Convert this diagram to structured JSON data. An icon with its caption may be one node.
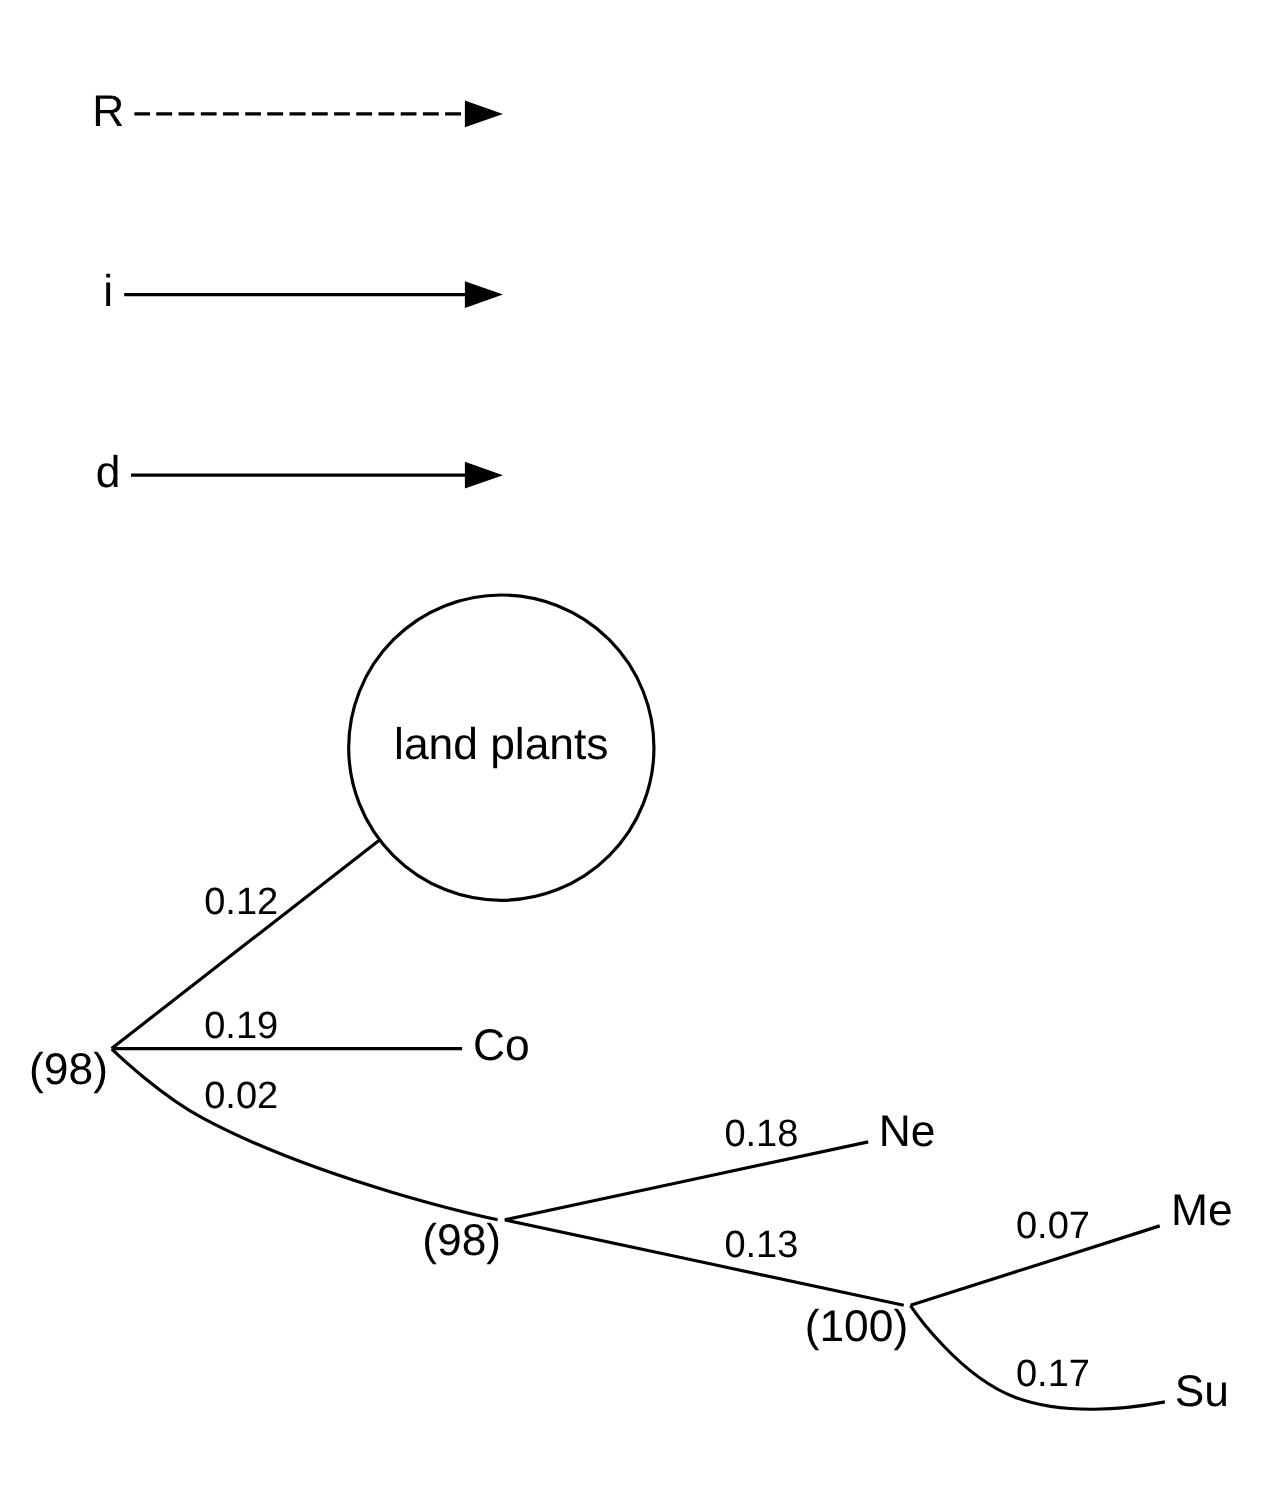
{
  "diagram": {
    "nodes": [
      {
        "text": [
          "land plants"
        ]
      },
      {
        "text": [
          "Ne"
        ]
      },
      {
        "text": [
          "Co"
        ]
      },
      {
        "text": [
          "Me"
        ]
      },
      {
        "text": [
          "Su"
        ]
      },
      {
        "text": [],
        "shape": "point",
        "beside": [
          "(98)"
        ]
      },
      {
        "text": [],
        "shape": "point",
        "beside": [
          "(98)"
        ]
      },
      {
        "text": [],
        "shape": "point",
        "beside": [
          "(100)"
        ]
      },
      {
        "text": [
          "d"
        ]
      },
      {
        "text": [
          "i"
        ]
      },
      {
        "text": [
          "R"
        ]
      }
    ],
    "edges": [
      {
        "from": 5,
        "to": 0,
        "arrow": "none",
        "label": "0.12"
      },
      {
        "from": 5,
        "to": 2,
        "arrow": "none",
        "label": "0.19"
      },
      {
        "from": 5,
        "to": 6,
        "arrow": "none",
        "label": "0.02"
      },
      {
        "from": 6,
        "to": 1,
        "arrow": "none",
        "label": "0.18"
      },
      {
        "from": 6,
        "to": 7,
        "arrow": "none",
        "label": "0.13"
      },
      {
        "from": 7,
        "to": 3,
        "arrow": "none",
        "label": "0.07"
      },
      {
        "from": 7,
        "to": 4,
        "arrow": "none",
        "label": "0.17"
      },
      {
        "from": 8,
        "to": null,
        "arrow": "to"
      },
      {
        "from": 9,
        "to": null,
        "arrow": "to"
      },
      {
        "from": 10,
        "to": null,
        "arrow": "to",
        "style": "dashed"
      }
    ]
  }
}
